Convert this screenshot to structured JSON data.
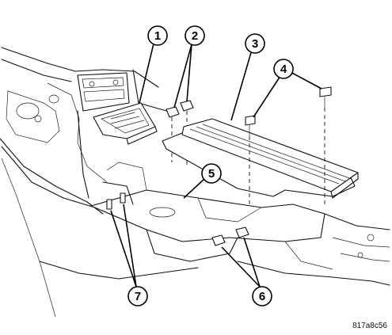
{
  "diagram": {
    "callouts": [
      "1",
      "2",
      "3",
      "4",
      "5",
      "6",
      "7"
    ],
    "figure_code": "817a8c56"
  }
}
